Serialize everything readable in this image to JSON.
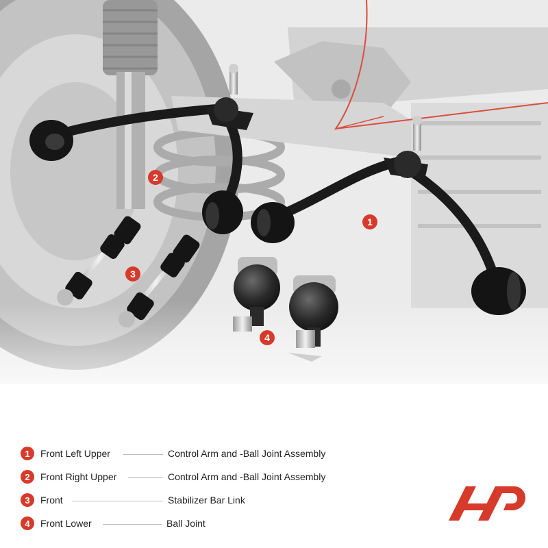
{
  "callouts": [
    "1",
    "2",
    "3",
    "4"
  ],
  "legend": [
    {
      "num": "1",
      "location": "Front Left Upper",
      "part": "Control Arm and -Ball Joint Assembly"
    },
    {
      "num": "2",
      "location": "Front Right Upper",
      "part": "Control Arm and -Ball Joint Assembly"
    },
    {
      "num": "3",
      "location": "Front",
      "part": "Stabilizer Bar Link"
    },
    {
      "num": "4",
      "location": "Front Lower",
      "part": "Ball Joint"
    }
  ],
  "colors": {
    "accent": "#d63a2a",
    "text": "#222222",
    "divider": "#bdbdbd",
    "parts": "#1a1a1a",
    "background_vehicle": "#b8b8b8"
  },
  "logo_icon": "brand-logo-icon"
}
